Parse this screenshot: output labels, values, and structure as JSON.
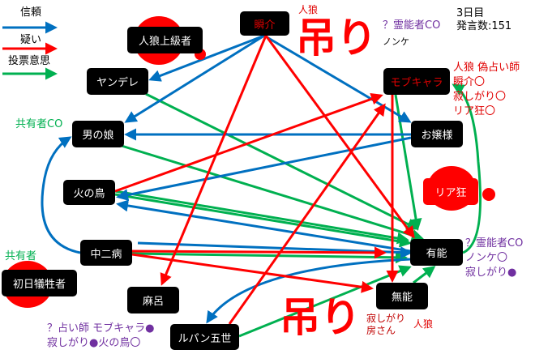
{
  "legend": {
    "trust": "信頼",
    "suspicion": "疑い",
    "vote": "投票意思"
  },
  "colors": {
    "trust": "#0070c0",
    "suspicion": "#ff0000",
    "vote": "#00b050",
    "purple": "#7030a0"
  },
  "status": {
    "day": "3日目",
    "post_count": "発言数:151"
  },
  "nodes": {
    "shunsuke": "瞬介",
    "jinro_jokyu": "人狼上級者",
    "yandere": "ヤンデレ",
    "otokonoko": "男の娘",
    "hinotori": "火の鳥",
    "chunibyo": "中二病",
    "shonichi": "初日犠牲者",
    "maro": "麻呂",
    "lupin": "ルパン五世",
    "munou": "無能",
    "yuunou": "有能",
    "riakyo": "リア狂",
    "ojousama": "お嬢様",
    "mobukyara": "モブキャラ"
  },
  "annotations": {
    "shunsuke_role": "人狼",
    "hang1": "吊り",
    "nonke_under": "ノンケ",
    "reinou_top": "？霊能者CO",
    "mob_lines": [
      "人狼 偽占い師",
      "瞬介〇",
      "寂しがり〇",
      "リア狂〇"
    ],
    "kyoyu_co": "共有者CO",
    "kyoyu": "共有者",
    "yuunou_lines": [
      "？霊能者CO",
      "ノンケ〇",
      "寂しがり●"
    ],
    "uranai_lines": [
      "？占い師 モブキャラ●",
      "寂しがり●火の鳥〇"
    ],
    "hang2": "吊り",
    "hang2_lines": [
      "寂しがり",
      "房さん"
    ],
    "hang2_role": "人狼"
  }
}
